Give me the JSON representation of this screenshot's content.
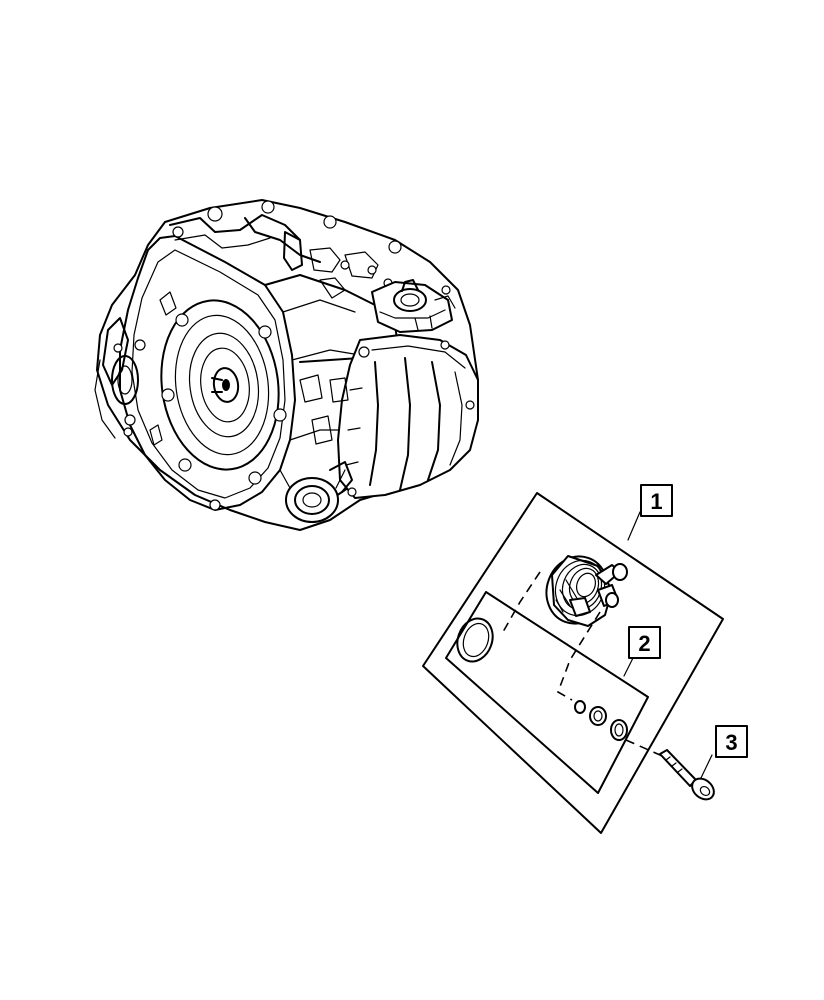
{
  "callouts": [
    {
      "id": "callout-1",
      "label": "1"
    },
    {
      "id": "callout-2",
      "label": "2"
    },
    {
      "id": "callout-3",
      "label": "3"
    }
  ],
  "parts": {
    "transmission": {
      "icon": "transmission-assembly-icon"
    },
    "oil_cooler": {
      "icon": "oil-cooler-icon"
    },
    "gasket": {
      "icon": "gasket-ring-icon"
    },
    "seals": {
      "icon": "o-ring-seal-icon"
    },
    "bolt": {
      "icon": "bolt-icon"
    }
  },
  "colors": {
    "line": "#000000",
    "background": "#ffffff"
  }
}
